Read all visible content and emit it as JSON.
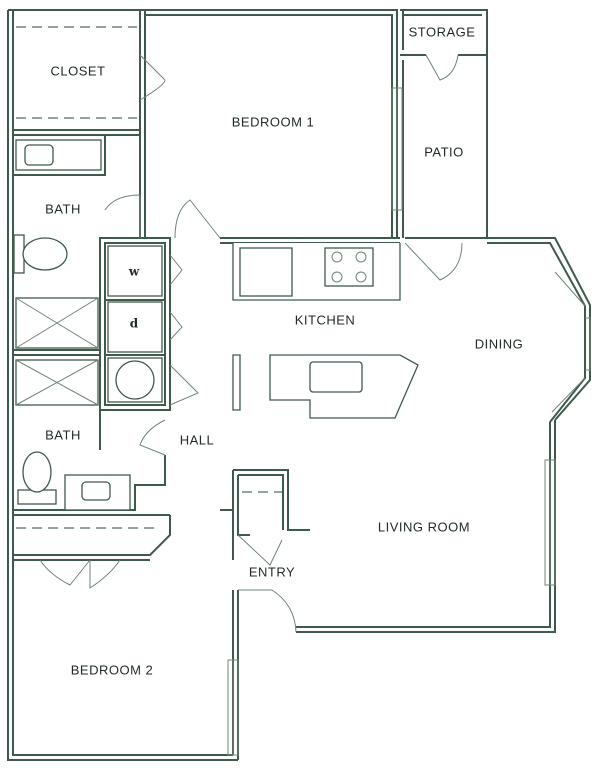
{
  "rooms": {
    "closet": "CLOSET",
    "bedroom1": "BEDROOM 1",
    "storage": "STORAGE",
    "patio": "PATIO",
    "bath1": "BATH",
    "kitchen": "KITCHEN",
    "dining": "DINING",
    "bath2": "BATH",
    "hall": "HALL",
    "living": "LIVING ROOM",
    "entry": "ENTRY",
    "bedroom2": "BEDROOM 2"
  },
  "appliances": {
    "washer": "w",
    "dryer": "d"
  }
}
